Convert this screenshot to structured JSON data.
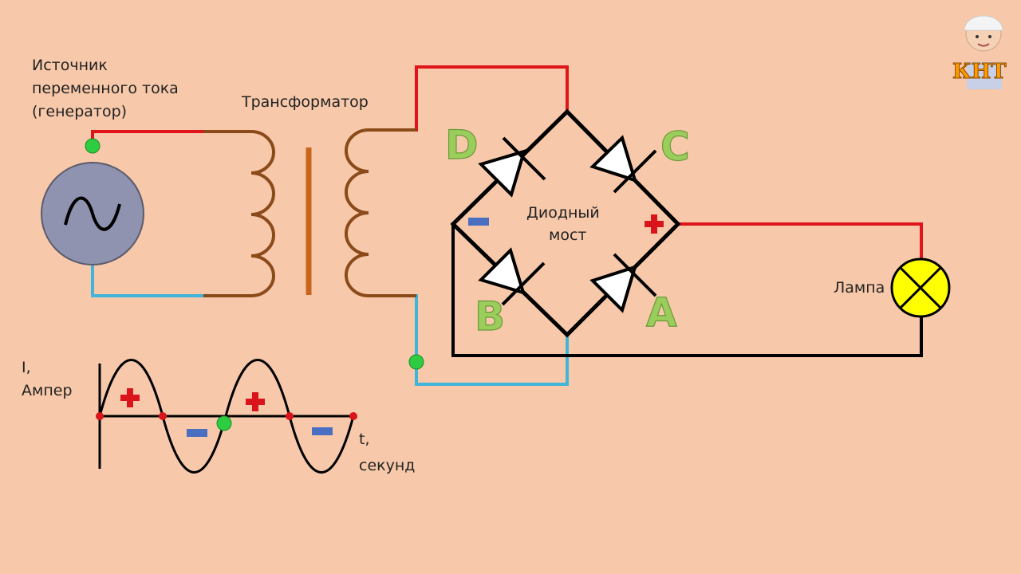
{
  "colors": {
    "background": "#f7c9aa",
    "wire_red": "#e0151b",
    "wire_blue": "#3fb5d9",
    "wire_black": "#000000",
    "coil_brown": "#8b4a1a",
    "core_orange": "#c8661e",
    "node_green": "#2ecc40",
    "plus_red": "#d9141a",
    "minus_blue": "#4a6fc0",
    "letter_green": "#9acd5b",
    "lamp_yellow": "#ffff00",
    "generator_grey": "#8f93b0"
  },
  "labels": {
    "generator_line1": "Источник",
    "generator_line2": "переменного тока",
    "generator_line3": "(генератор)",
    "transformer": "Трансформатор",
    "bridge_line1": "Диодный",
    "bridge_line2": "мост",
    "lamp": "Лампа",
    "axis_y_line1": "I,",
    "axis_y_line2": "Ампер",
    "axis_x_line1": "t,",
    "axis_x_line2": "секунд",
    "diode_d": "D",
    "diode_c": "C",
    "diode_b": "B",
    "diode_a": "A"
  },
  "logo": {
    "text": "КНТ"
  },
  "icons": {
    "generator": "ac-sine-icon",
    "lamp": "lamp-cross-icon",
    "plus": "plus-icon",
    "minus": "minus-icon"
  }
}
